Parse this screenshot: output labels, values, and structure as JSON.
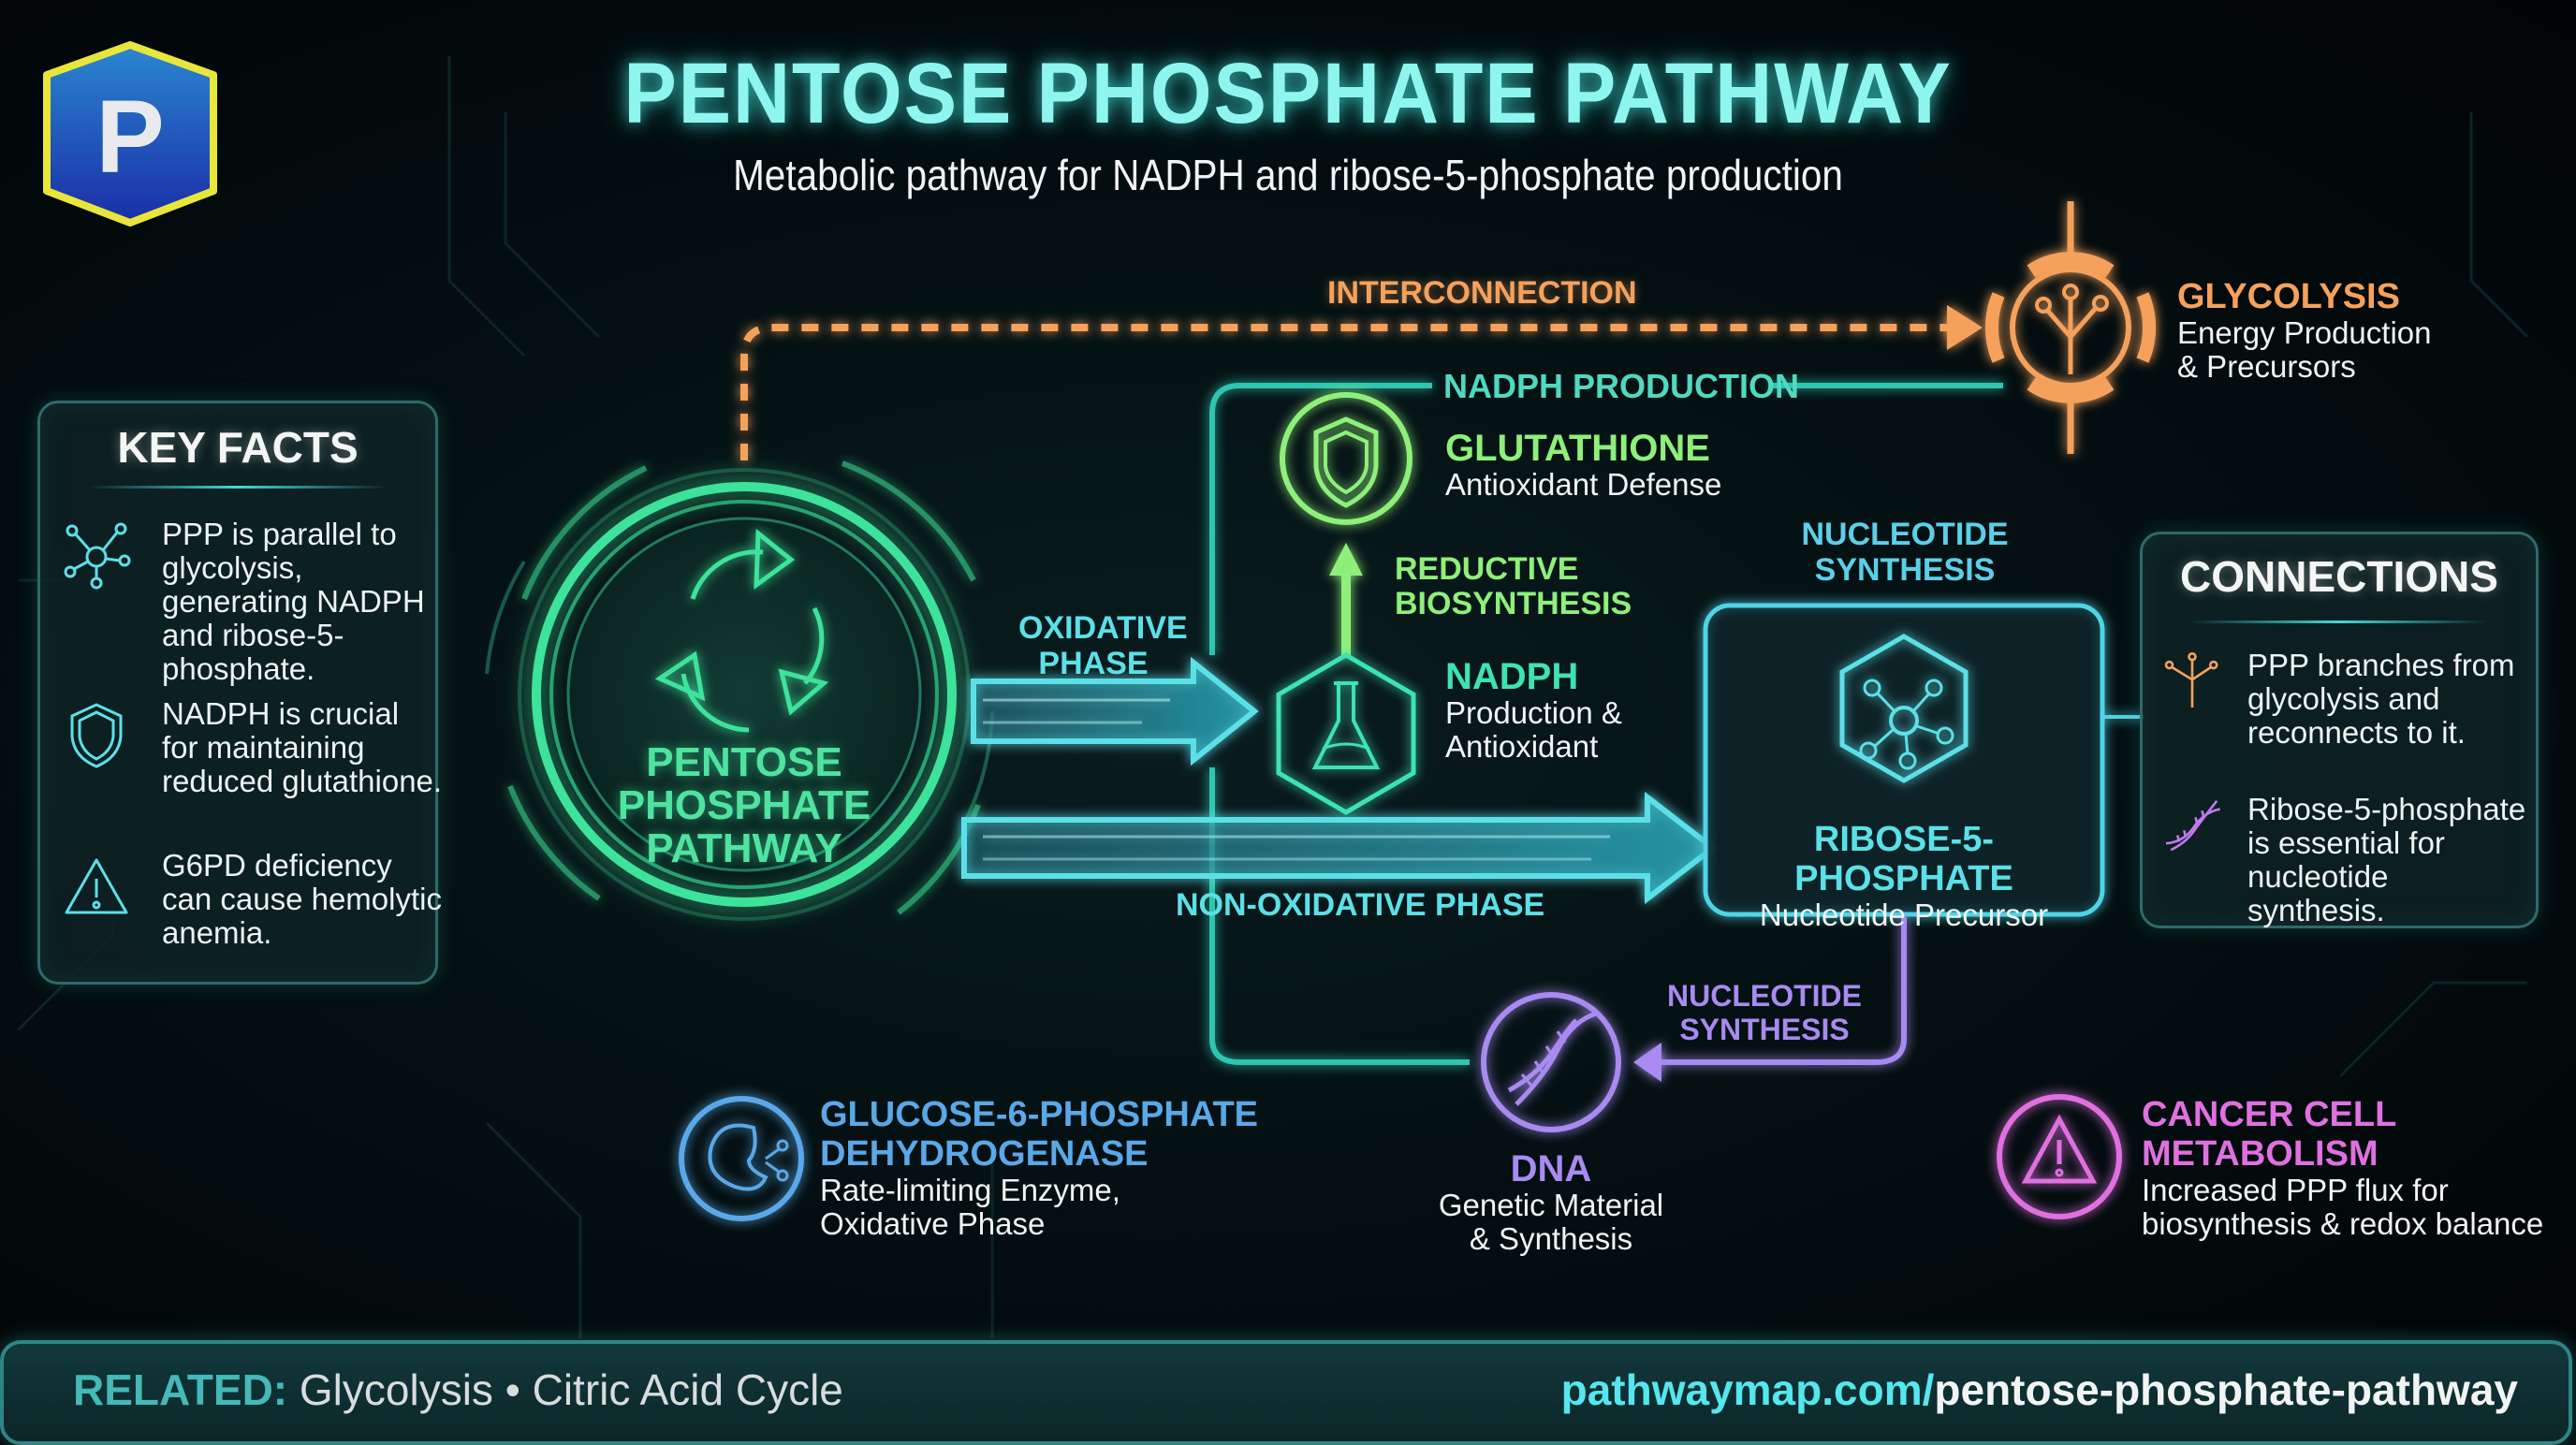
{
  "header": {
    "logo_letter": "P",
    "title": "PENTOSE PHOSPHATE PATHWAY",
    "subtitle": "Metabolic pathway for NADPH and ribose-5-phosphate production"
  },
  "colors": {
    "title": "#8ff5ef",
    "ppp_green": "#3ee39a",
    "cyan": "#5ce0e8",
    "teal_label": "#4fd9c0",
    "orange": "#f5a15c",
    "glutathione_green": "#8ef07a",
    "blue": "#5aa8e8",
    "purple": "#a88af0",
    "magenta": "#e070e0"
  },
  "key_facts": {
    "title": "KEY FACTS",
    "items": [
      {
        "icon": "molecule-icon",
        "text": "PPP is parallel to glycolysis, generating NADPH and ribose-5-phosphate."
      },
      {
        "icon": "shield-icon",
        "text": "NADPH is crucial for maintaining reduced glutathione."
      },
      {
        "icon": "warning-icon",
        "text": "G6PD deficiency can cause hemolytic anemia."
      }
    ]
  },
  "center": {
    "icon": "recycle-cycle-icon",
    "label_lines": [
      "PENTOSE",
      "PHOSPHATE",
      "PATHWAY"
    ]
  },
  "flows": {
    "interconnection": "INTERCONNECTION",
    "oxidative_phase": [
      "OXIDATIVE",
      "PHASE"
    ],
    "non_oxidative_phase": "NON-OXIDATIVE PHASE",
    "nadph_production": "NADPH PRODUCTION",
    "reductive_biosynthesis": [
      "REDUCTIVE",
      "BIOSYNTHESIS"
    ],
    "nucleotide_synthesis_top": [
      "NUCLEOTIDE",
      "SYNTHESIS"
    ],
    "nucleotide_synthesis_bottom": [
      "NUCLEOTIDE",
      "SYNTHESIS"
    ]
  },
  "nodes": {
    "glycolysis": {
      "title": "GLYCOLYSIS",
      "sub": [
        "Energy Production",
        "& Precursors"
      ]
    },
    "glutathione": {
      "title": "GLUTATHIONE",
      "sub": [
        "Antioxidant Defense"
      ]
    },
    "nadph": {
      "title": "NADPH",
      "sub": [
        "Production &",
        "Antioxidant"
      ]
    },
    "ribose5p": {
      "title": "RIBOSE-5-PHOSPHATE",
      "sub": [
        "Nucleotide Precursor"
      ]
    },
    "g6pd": {
      "title": [
        "GLUCOSE-6-PHOSPHATE",
        "DEHYDROGENASE"
      ],
      "sub": [
        "Rate-limiting Enzyme,",
        "Oxidative Phase"
      ]
    },
    "dna": {
      "title": "DNA",
      "sub": [
        "Genetic Material",
        "& Synthesis"
      ]
    },
    "cancer": {
      "title": [
        "CANCER CELL",
        "METABOLISM"
      ],
      "sub": [
        "Increased PPP flux for",
        "biosynthesis & redox balance"
      ]
    }
  },
  "connections": {
    "title": "CONNECTIONS",
    "items": [
      {
        "icon": "branch-icon",
        "text": "PPP branches from glycolysis and reconnects to it."
      },
      {
        "icon": "dna-icon",
        "text": "Ribose-5-phosphate is essential for nucleotide synthesis."
      }
    ]
  },
  "footer": {
    "related_label": "RELATED:",
    "related_items": "Glycolysis • Citric Acid Cycle",
    "url_domain": "pathwaymap.com/",
    "url_path": "pentose-phosphate-pathway"
  }
}
